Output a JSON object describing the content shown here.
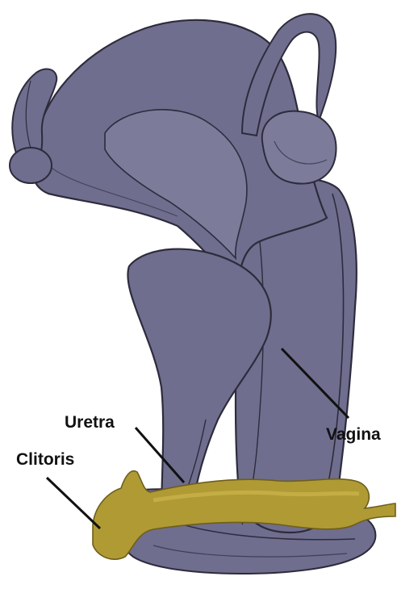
{
  "labels": {
    "uretra": "Uretra",
    "vagina": "Vagina",
    "clitoris": "Clitoris"
  },
  "colors": {
    "organ_fill": "#6f6e8e",
    "organ_fill_light": "#7c7b9a",
    "organ_outline": "#2d2b3c",
    "clitoris_fill": "#b09a34",
    "clitoris_highlight": "#c9b24a",
    "label_text": "#111111",
    "background": "#ffffff"
  }
}
